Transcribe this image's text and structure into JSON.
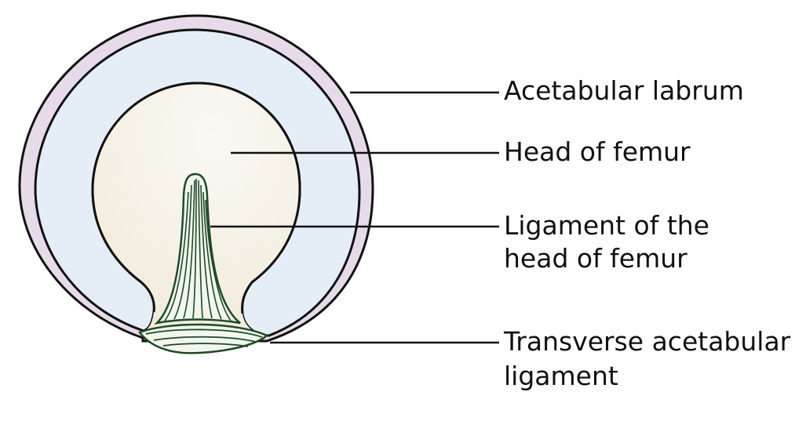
{
  "labels": {
    "acetabular_labrum": "Acetabular labrum",
    "head_of_femur": "Head of femur",
    "ligament_of_head_line1": "Ligament of the",
    "ligament_of_head_line2": "head of femur",
    "transverse_acetabular_line1": "Transverse acetabular",
    "transverse_acetabular_line2": "ligament"
  },
  "colors": {
    "labrum_fill": "#e7dbea",
    "acetabulum_fill": "#e5eef7",
    "femoral_head_fill": "#f4efe3",
    "femoral_head_highlight": "#fbf9f4",
    "ligament_fill": "#f2f6ef",
    "ligament_stroke": "#1f4a26",
    "outline": "#111111",
    "leader": "#111111"
  }
}
